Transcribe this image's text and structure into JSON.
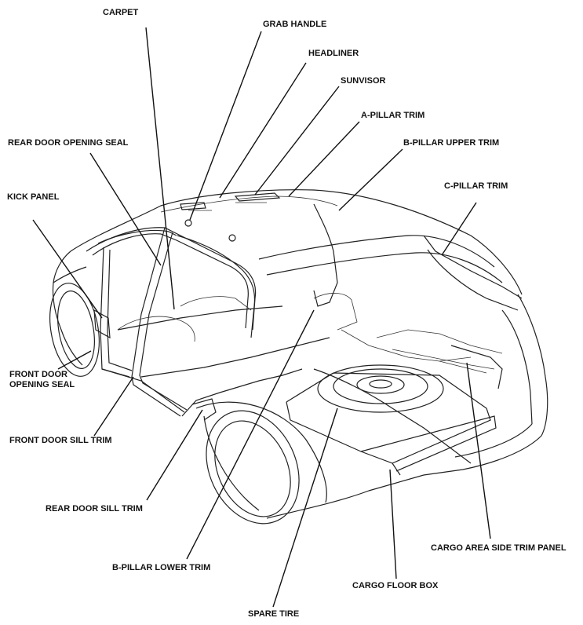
{
  "labels": {
    "carpet": "CARPET",
    "grab_handle": "GRAB HANDLE",
    "headliner": "HEADLINER",
    "sunvisor": "SUNVISOR",
    "a_pillar_trim": "A-PILLAR TRIM",
    "rear_door_opening_seal": "REAR DOOR OPENING SEAL",
    "b_pillar_upper_trim": "B-PILLAR UPPER TRIM",
    "kick_panel": "KICK PANEL",
    "c_pillar_trim": "C-PILLAR TRIM",
    "front_door_opening_seal_1": "FRONT DOOR",
    "front_door_opening_seal_2": "OPENING SEAL",
    "front_door_sill_trim": "FRONT DOOR SILL TRIM",
    "rear_door_sill_trim": "REAR DOOR SILL TRIM",
    "b_pillar_lower_trim": "B-PILLAR LOWER TRIM",
    "spare_tire": "SPARE TIRE",
    "cargo_floor_box": "CARGO FLOOR BOX",
    "cargo_area_side_trim_panel": "CARGO AREA SIDE TRIM PANEL"
  }
}
